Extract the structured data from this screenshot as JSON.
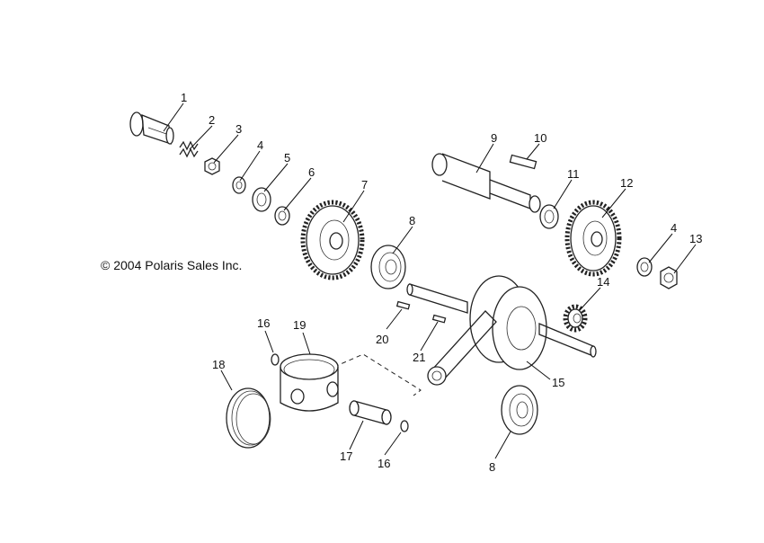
{
  "copyright": "© 2004 Polaris Sales Inc.",
  "callouts": [
    {
      "id": "c1",
      "text": "1"
    },
    {
      "id": "c2",
      "text": "2"
    },
    {
      "id": "c3",
      "text": "3"
    },
    {
      "id": "c4a",
      "text": "4"
    },
    {
      "id": "c5",
      "text": "5"
    },
    {
      "id": "c6",
      "text": "6"
    },
    {
      "id": "c7",
      "text": "7"
    },
    {
      "id": "c8a",
      "text": "8"
    },
    {
      "id": "c9",
      "text": "9"
    },
    {
      "id": "c10",
      "text": "10"
    },
    {
      "id": "c11",
      "text": "11"
    },
    {
      "id": "c12",
      "text": "12"
    },
    {
      "id": "c4b",
      "text": "4"
    },
    {
      "id": "c13",
      "text": "13"
    },
    {
      "id": "c14",
      "text": "14"
    },
    {
      "id": "c15",
      "text": "15"
    },
    {
      "id": "c16a",
      "text": "16"
    },
    {
      "id": "c19",
      "text": "19"
    },
    {
      "id": "c18",
      "text": "18"
    },
    {
      "id": "c20",
      "text": "20"
    },
    {
      "id": "c21",
      "text": "21"
    },
    {
      "id": "c17",
      "text": "17"
    },
    {
      "id": "c16b",
      "text": "16"
    },
    {
      "id": "c8b",
      "text": "8"
    }
  ]
}
